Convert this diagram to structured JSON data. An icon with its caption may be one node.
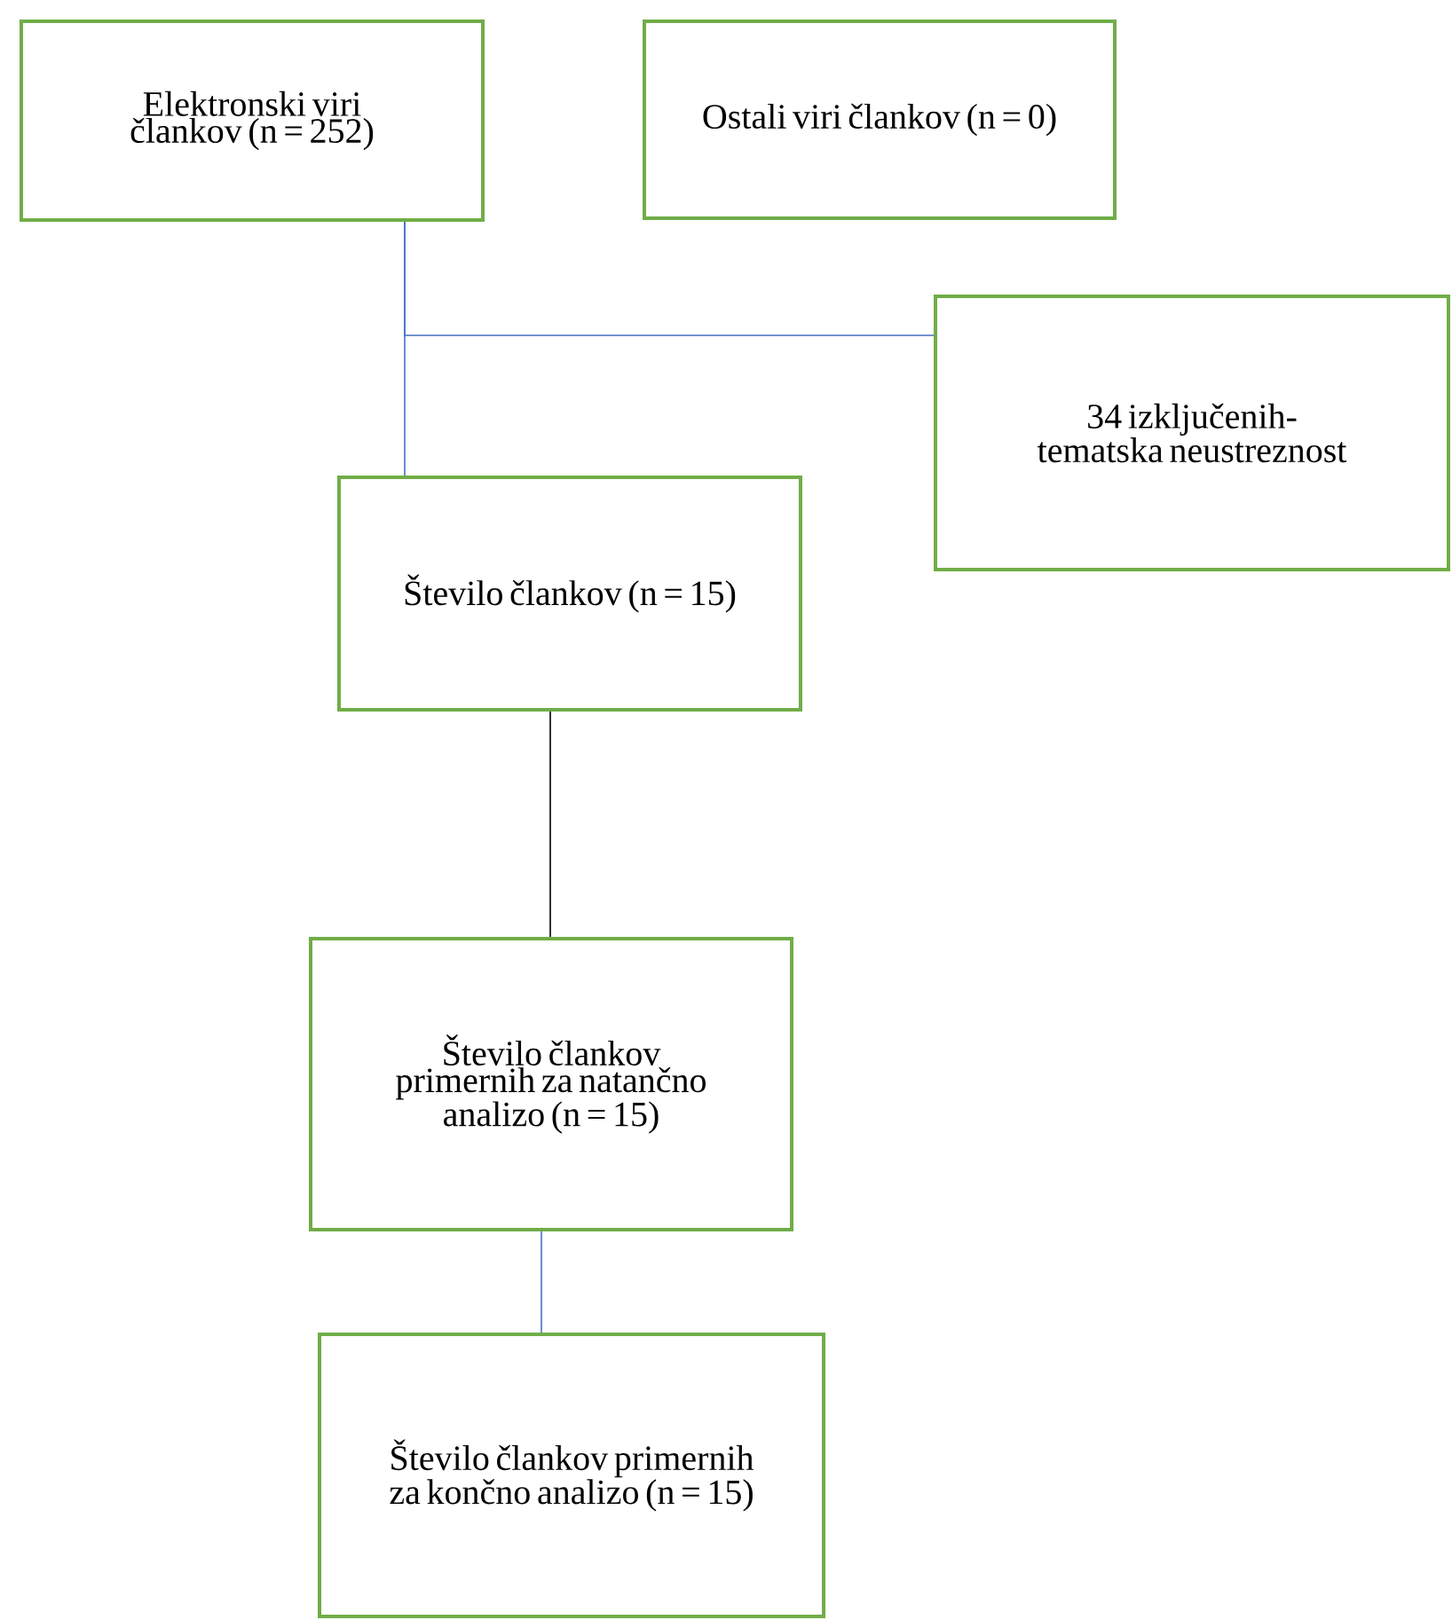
{
  "diagram": {
    "nodes": [
      {
        "text": [
          "Elektronski viri člankov (n = 252)"
        ]
      },
      {
        "text": [
          "Ostali viri člankov (n = 0)"
        ]
      },
      {
        "text": [
          "34 izključenih- tematska neustreznost"
        ]
      },
      {
        "text": [
          "Število člankov (n = 15)"
        ]
      },
      {
        "text": [
          "Število člankov primernih za natančno analizo (n = 15)"
        ]
      },
      {
        "text": [
          "Število člankov primernih za končno analizo (n = 15)"
        ]
      }
    ],
    "edges": [
      {
        "from": 0,
        "to": 3,
        "arrow": "none"
      },
      {
        "from": 0,
        "to": 2,
        "arrow": "none"
      },
      {
        "from": 3,
        "to": 4,
        "arrow": "none",
        "color": "#000000"
      },
      {
        "from": 4,
        "to": 5,
        "arrow": "none"
      }
    ]
  }
}
